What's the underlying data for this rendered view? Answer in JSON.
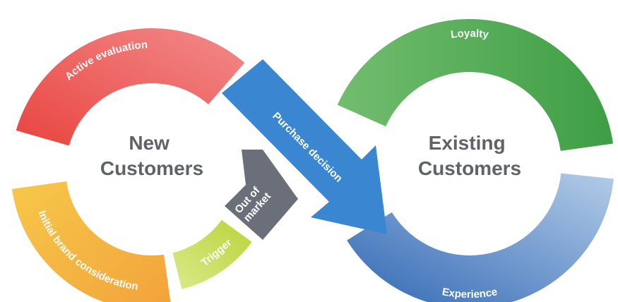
{
  "diagram": {
    "left_center": [
      "New",
      "Customers"
    ],
    "right_center": [
      "Existing",
      "Customers"
    ],
    "stages": {
      "active_evaluation": {
        "label": "Active evaluation",
        "color": "#e9443f",
        "color2": "#f28b8b"
      },
      "initial_brand_consideration": {
        "label": "Initial brand consideration",
        "color": "#f2a93b",
        "color2": "#f7c84a"
      },
      "trigger": {
        "label": "Trigger",
        "color": "#c3d84a",
        "color2": "#dbe98a"
      },
      "out_of_market": {
        "label": [
          "Out of",
          "market"
        ],
        "color": "#6b6f7a"
      },
      "purchase_decision": {
        "label": "Purchase decision",
        "color": "#3b86d1"
      },
      "loyalty": {
        "label": "Loyalty",
        "color": "#4aa64f",
        "color2": "#72bd6f"
      },
      "experience": {
        "label": "Experience",
        "color": "#2f67b4",
        "color2": "#a8c3e4"
      }
    }
  }
}
